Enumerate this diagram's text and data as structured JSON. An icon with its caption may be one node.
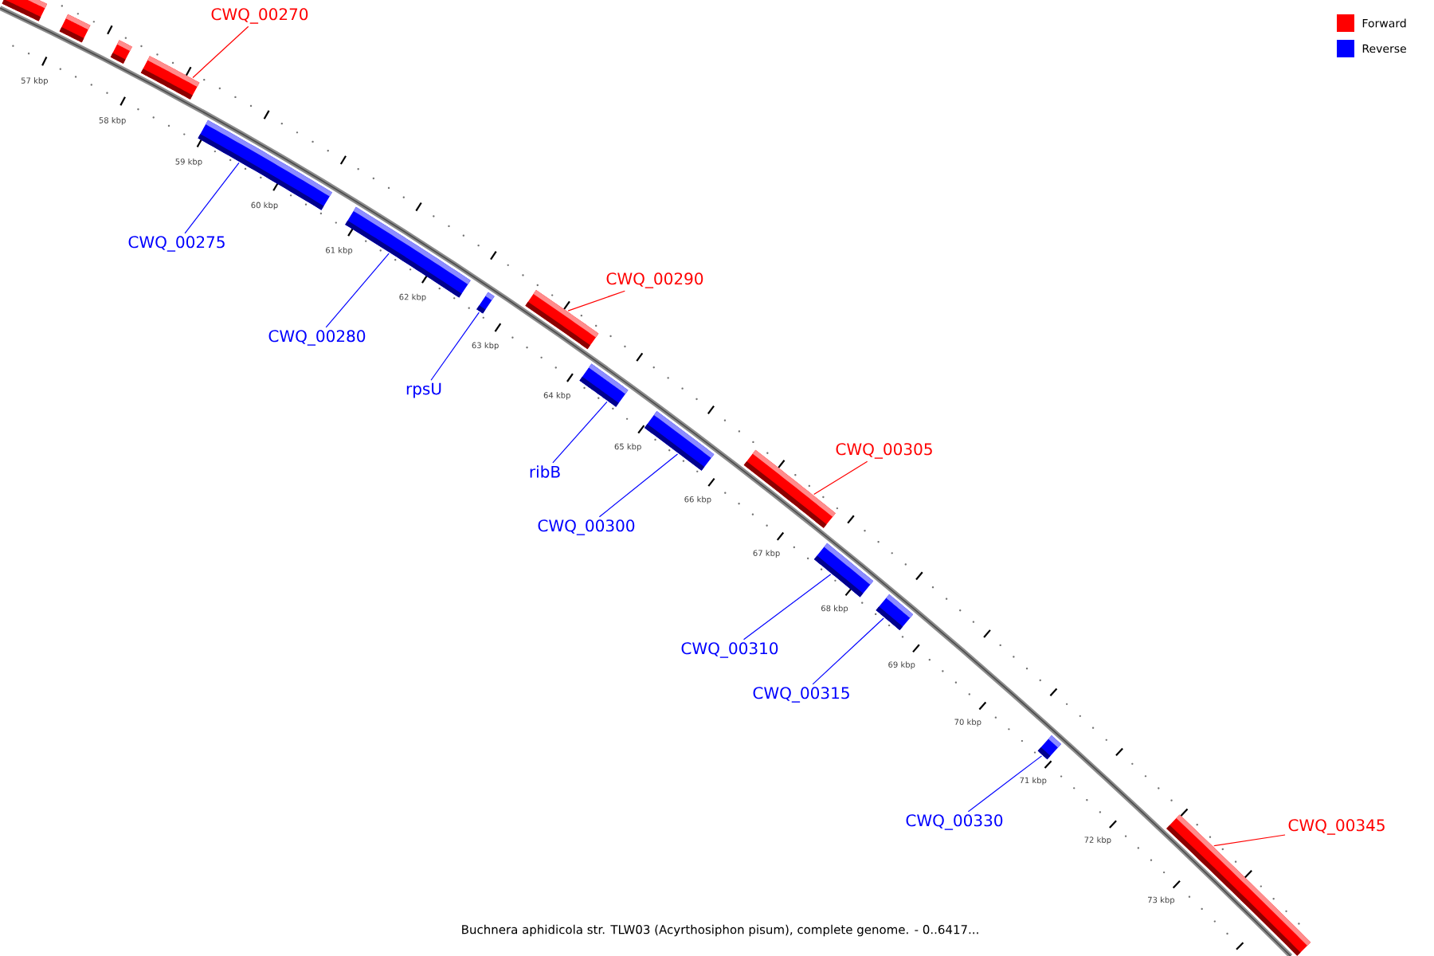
{
  "diagram": {
    "caption": "Buchnera aphidicola str. TLW03 (Acyrthosiphon pisum), complete genome. - 0..6417...",
    "nodes": [
      {
        "text": [],
        "shape": "box"
      },
      {
        "text": [],
        "shape": "box"
      },
      {
        "text": [],
        "shape": "box"
      },
      {
        "text": [],
        "shape": "box"
      },
      {
        "text": [
          "CWQ_00270"
        ]
      },
      {
        "text": [],
        "shape": "box"
      },
      {
        "text": [
          "CWQ_00275"
        ]
      },
      {
        "text": [],
        "shape": "box"
      },
      {
        "text": [
          "CWQ_00280"
        ]
      },
      {
        "text": [],
        "shape": "box"
      },
      {
        "text": [
          "rpsU"
        ]
      },
      {
        "text": [],
        "shape": "box"
      },
      {
        "text": [
          "CWQ_00290"
        ]
      },
      {
        "text": [],
        "shape": "box"
      },
      {
        "text": [
          "ribB"
        ]
      },
      {
        "text": [],
        "shape": "box"
      },
      {
        "text": [
          "CWQ_00300"
        ]
      },
      {
        "text": [],
        "shape": "box"
      },
      {
        "text": [
          "CWQ_00305"
        ]
      },
      {
        "text": [],
        "shape": "box"
      },
      {
        "text": [
          "CWQ_00310"
        ]
      },
      {
        "text": [],
        "shape": "box"
      },
      {
        "text": [
          "CWQ_00315"
        ]
      },
      {
        "text": [],
        "shape": "box"
      },
      {
        "text": [
          "CWQ_00330"
        ]
      },
      {
        "text": [],
        "shape": "box"
      },
      {
        "text": [
          "CWQ_00345"
        ]
      }
    ],
    "edges": [
      {
        "from": 4,
        "to": 3,
        "arrow": "none",
        "color": "#ff0000"
      },
      {
        "from": 6,
        "to": 5,
        "arrow": "none"
      },
      {
        "from": 8,
        "to": 7,
        "arrow": "none"
      },
      {
        "from": 10,
        "to": 9,
        "arrow": "none"
      },
      {
        "from": 12,
        "to": 11,
        "arrow": "none",
        "color": "#ff0000"
      },
      {
        "from": 14,
        "to": 13,
        "arrow": "none"
      },
      {
        "from": 16,
        "to": 15,
        "arrow": "none"
      },
      {
        "from": 18,
        "to": 17,
        "arrow": "none",
        "color": "#ff0000"
      },
      {
        "from": 20,
        "to": 19,
        "arrow": "none"
      },
      {
        "from": 22,
        "to": 21,
        "arrow": "none"
      },
      {
        "from": 24,
        "to": 23,
        "arrow": "none"
      },
      {
        "from": 26,
        "to": 25,
        "arrow": "none",
        "color": "#ff0000"
      }
    ],
    "labels": [
      "57 kbp",
      "58 kbp",
      "59 kbp",
      "60 kbp",
      "61 kbp",
      "62 kbp",
      "63 kbp",
      "64 kbp",
      "65 kbp",
      "66 kbp",
      "67 kbp",
      "68 kbp",
      "69 kbp",
      "70 kbp",
      "71 kbp",
      "72 kbp",
      "73 kbp"
    ],
    "legend": [
      {
        "text": "Forward",
        "color": "#ff0000"
      },
      {
        "text": "Reverse",
        "color": "#0000ff"
      }
    ]
  }
}
